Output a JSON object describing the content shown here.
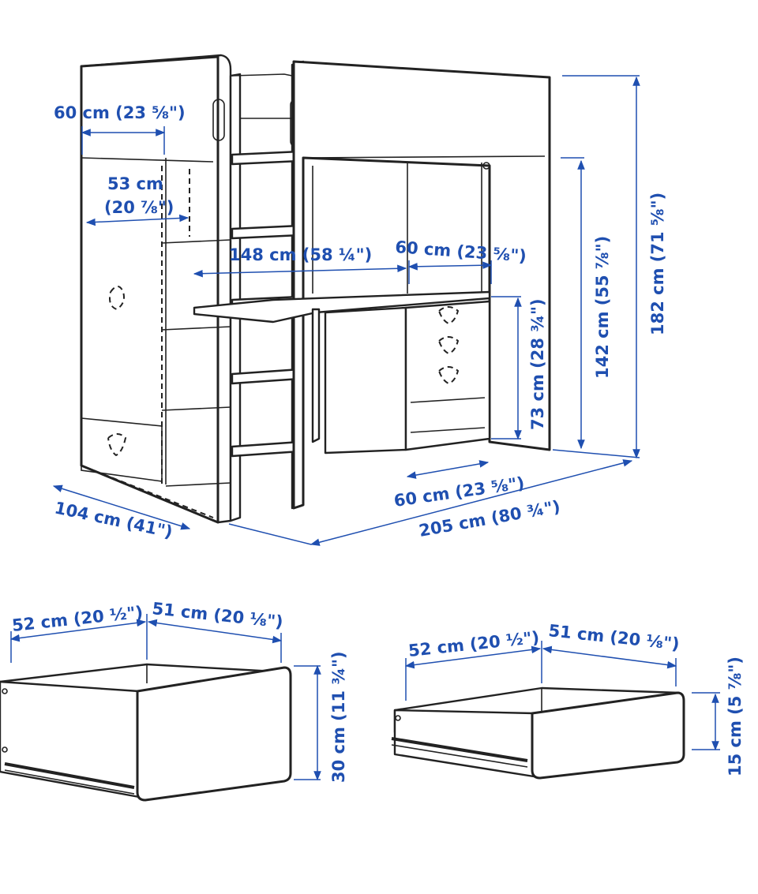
{
  "colors": {
    "dimension": "#1f4fb0",
    "line": "#222222",
    "background": "#ffffff"
  },
  "bed": {
    "width_top": "60 cm (23 ⅝\")",
    "wardrobe_width": "53 cm",
    "wardrobe_width_in": "(20 ⅞\")",
    "desk_depth": "148 cm (58 ¼\")",
    "desk_drawer_width": "60 cm (23 ⅝\")",
    "desk_height": "73 cm (28 ¾\")",
    "underside_height": "142 cm (55 ⅞\")",
    "total_height": "182 cm (71 ⅝\")",
    "depth": "104 cm (41\")",
    "cabinet_width": "60 cm (23 ⅝\")",
    "length": "205 cm (80 ¾\")"
  },
  "drawer_large": {
    "width": "52 cm (20 ½\")",
    "depth": "51 cm (20 ⅛\")",
    "height": "30 cm (11 ¾\")"
  },
  "drawer_small": {
    "width": "52 cm (20 ½\")",
    "depth": "51 cm (20 ⅛\")",
    "height": "15 cm (5 ⅞\")"
  }
}
